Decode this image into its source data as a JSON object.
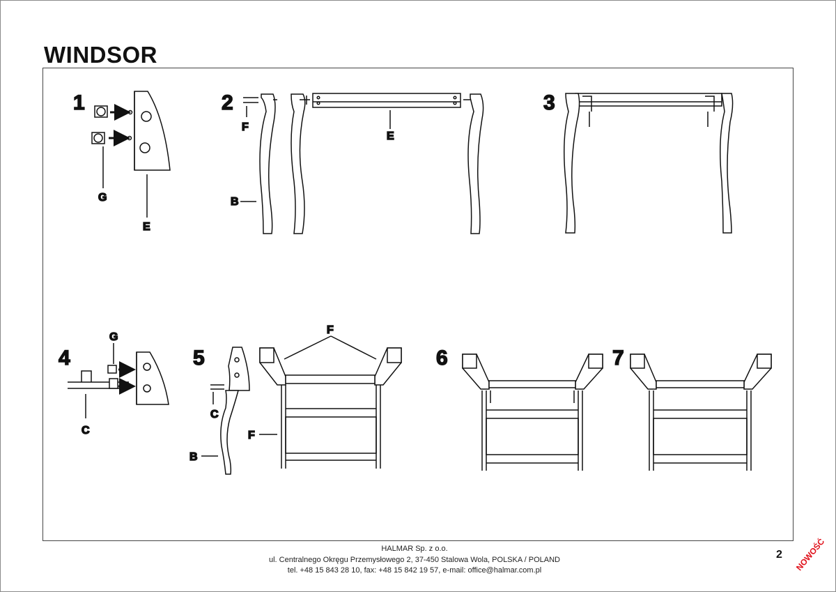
{
  "document": {
    "title": "WINDSOR",
    "page_number": "2",
    "badge": "NOWOŚĆ"
  },
  "steps": [
    {
      "number": "1",
      "labels": [
        "G",
        "E"
      ]
    },
    {
      "number": "2",
      "labels": [
        "F",
        "E",
        "B"
      ]
    },
    {
      "number": "3",
      "labels": []
    },
    {
      "number": "4",
      "labels": [
        "G",
        "C"
      ]
    },
    {
      "number": "5",
      "labels": [
        "F",
        "C",
        "F",
        "B"
      ]
    },
    {
      "number": "6",
      "labels": []
    },
    {
      "number": "7",
      "labels": []
    }
  ],
  "footer": {
    "company": "HALMAR Sp. z o.o.",
    "address": "ul. Centralnego Okręgu Przemysłowego 2, 37-450 Stalowa Wola, POLSKA / POLAND",
    "contact": "tel. +48 15 843 28 10, fax: +48 15 842 19 57, e-mail: office@halmar.com.pl"
  }
}
